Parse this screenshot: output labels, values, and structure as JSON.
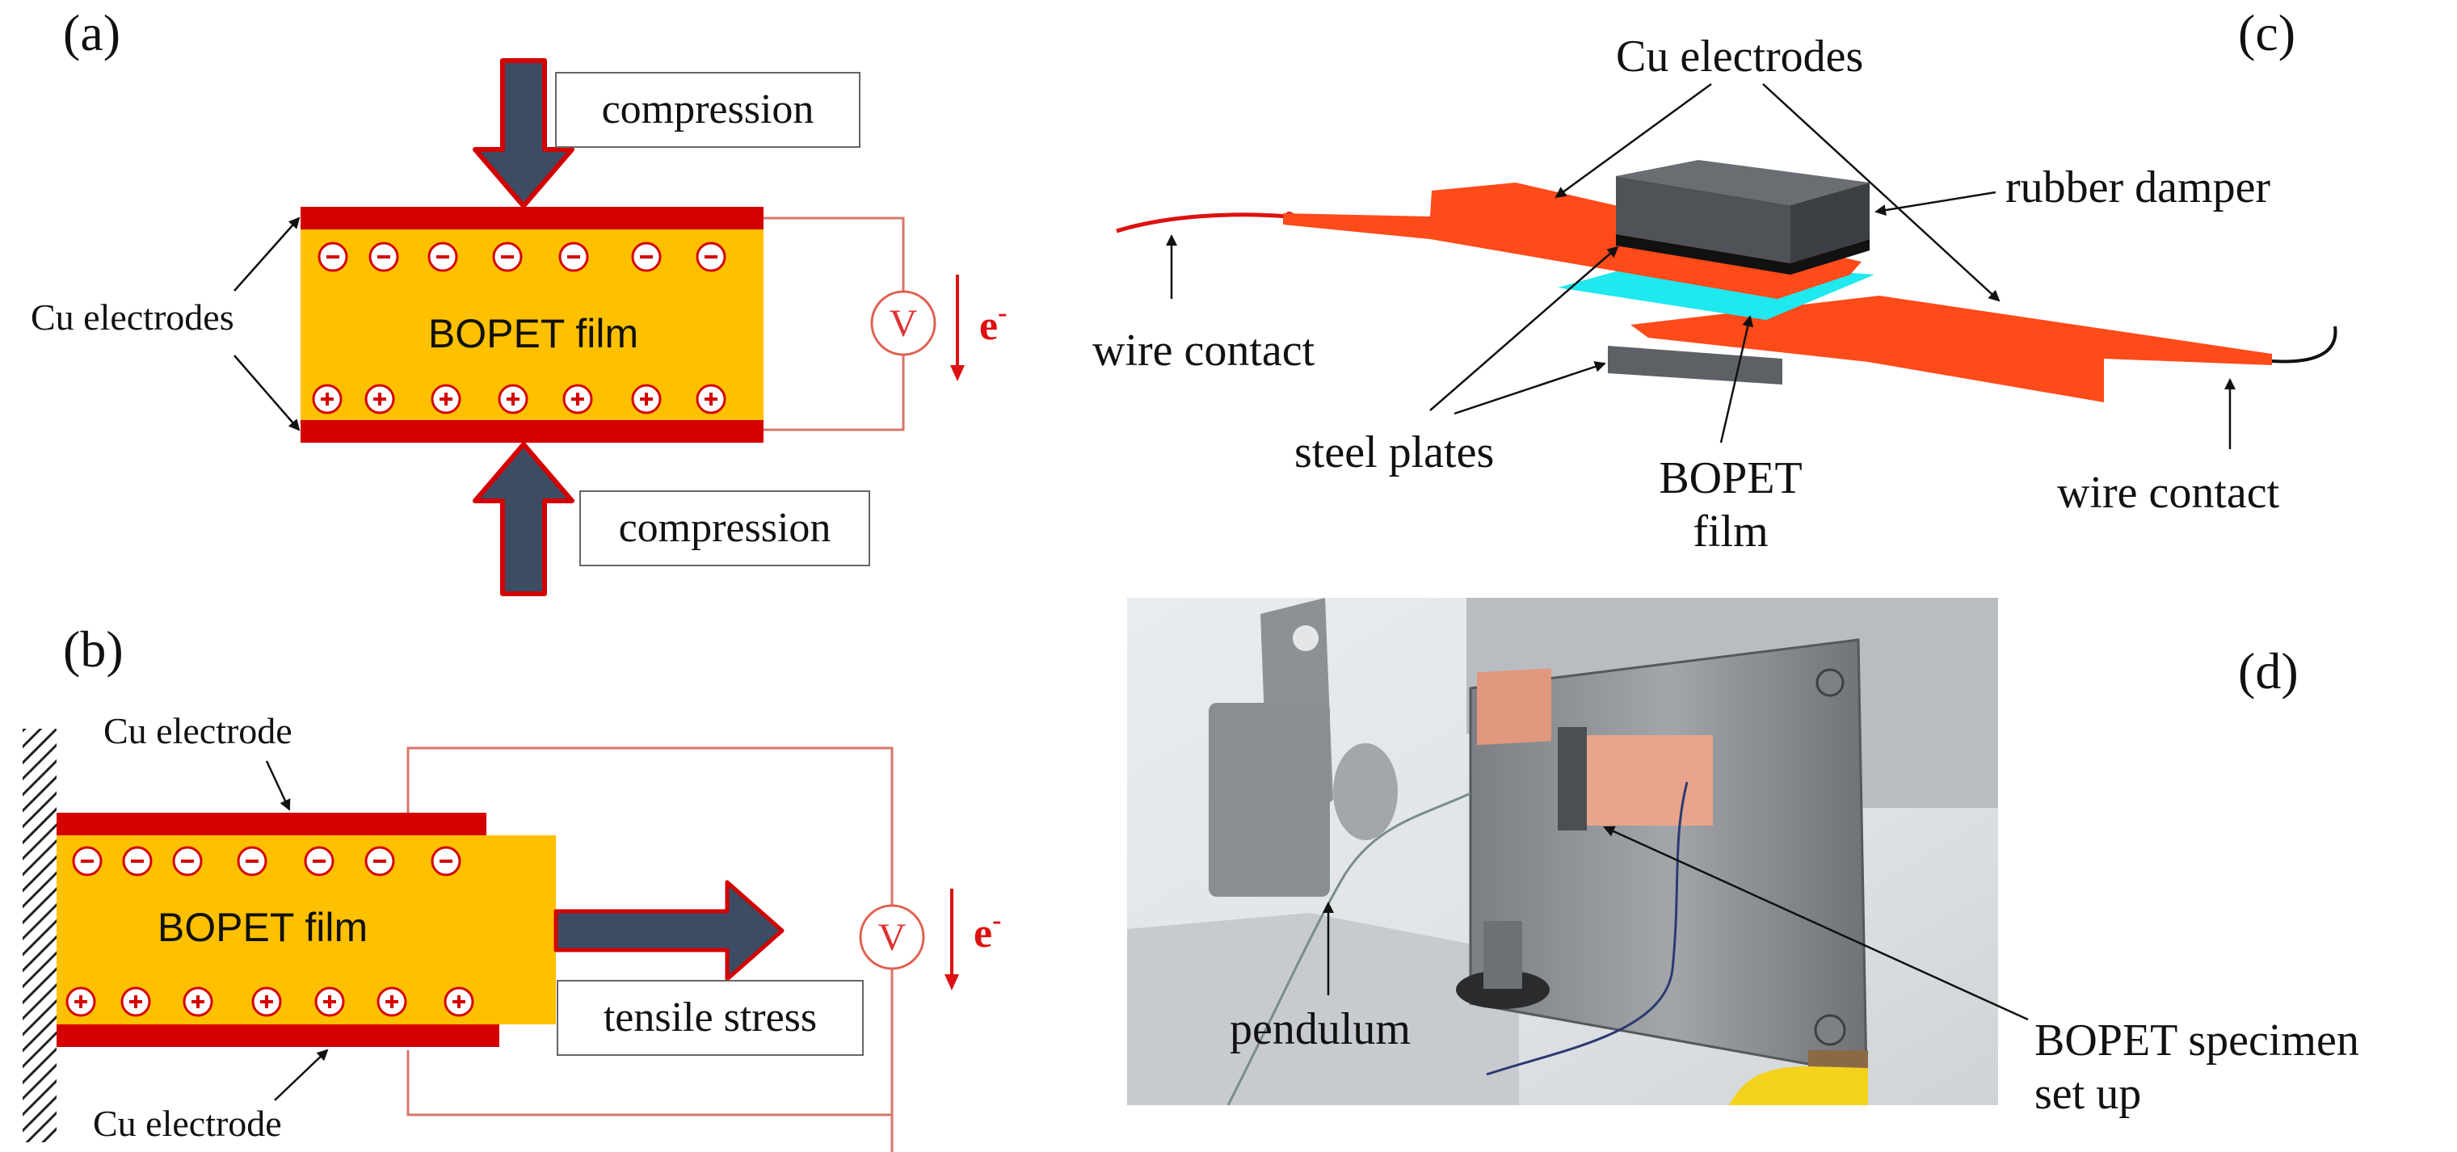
{
  "panels": {
    "a": {
      "letter": "(a)",
      "film_label": "BOPET film",
      "electrodes_label": "Cu electrodes",
      "top_arrow_label": "compression",
      "bottom_arrow_label": "compression",
      "meter_label": "V",
      "electron_label": "e",
      "electron_sup": "-",
      "negative_charge": "-",
      "positive_charge": "+"
    },
    "b": {
      "letter": "(b)",
      "film_label": "BOPET film",
      "top_electrode_label": "Cu electrode",
      "bottom_electrode_label": "Cu electrode",
      "arrow_label": "tensile stress",
      "meter_label": "V",
      "electron_label": "e",
      "electron_sup": "-"
    },
    "c": {
      "letter": "(c)",
      "cu_electrodes_label": "Cu electrodes",
      "rubber_damper_label": "rubber damper",
      "wire_contact_left_label": "wire contact",
      "wire_contact_right_label": "wire contact",
      "steel_plates_label": "steel plates",
      "bopet_label_line1": "BOPET",
      "bopet_label_line2": "film"
    },
    "d": {
      "letter": "(d)",
      "pendulum_label": "pendulum",
      "specimen_label_line1": "BOPET specimen",
      "specimen_label_line2": "set up"
    }
  },
  "colors": {
    "electrode_red": "#d40000",
    "film_yellow": "#ffc000",
    "arrow_navy": "#3c4d63",
    "cu_orange": "#ff4a1a",
    "film_cyan": "#1fe8ef",
    "damper_gray": "#55595f"
  }
}
